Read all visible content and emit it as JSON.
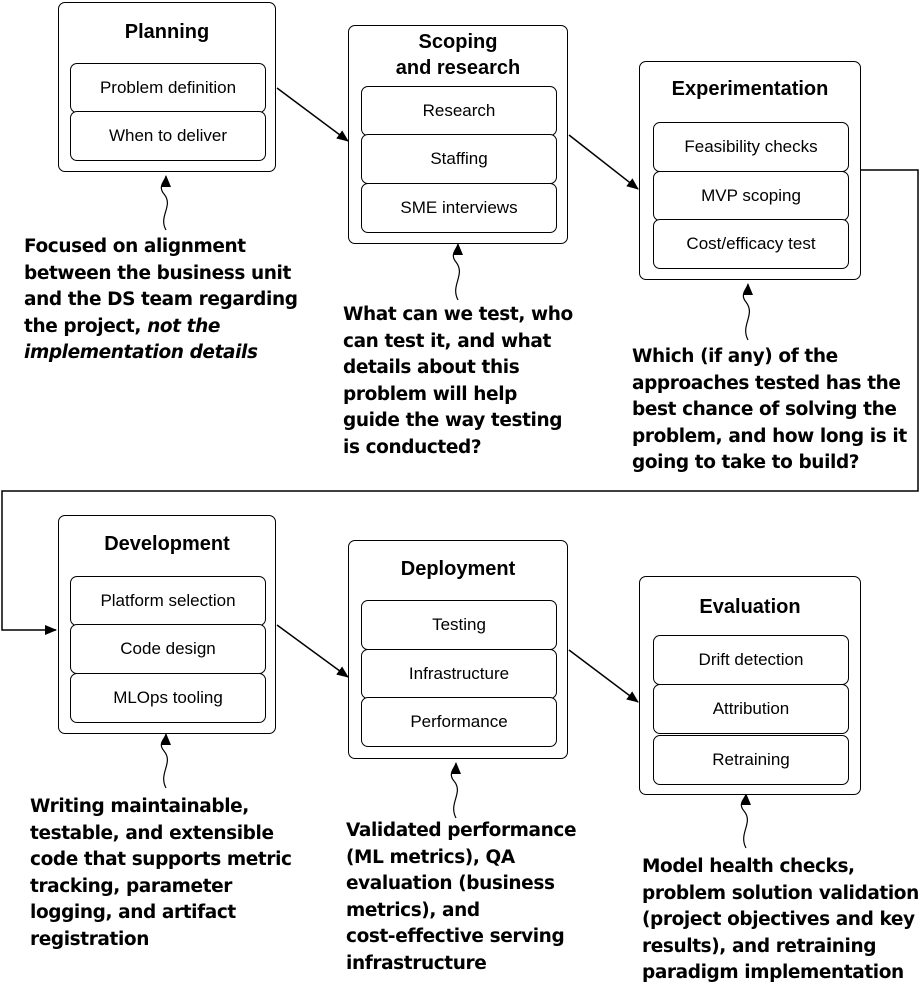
{
  "stages": {
    "planning": {
      "title": "Planning",
      "items": [
        "Problem definition",
        "When to deliver"
      ],
      "note": [
        "Focused on alignment",
        "between the business unit",
        "and the DS team regarding",
        "the project,"
      ],
      "note_emphasis": [
        "not the",
        "implementation details"
      ]
    },
    "scoping": {
      "title_line1": "Scoping",
      "title_line2": "and research",
      "items": [
        "Research",
        "Staffing",
        "SME interviews"
      ],
      "note": [
        "What can we test, who",
        "can test it, and what",
        "details about this",
        "problem will help",
        "guide the way testing",
        "is conducted?"
      ]
    },
    "experimentation": {
      "title": "Experimentation",
      "items": [
        "Feasibility checks",
        "MVP scoping",
        "Cost/efficacy test"
      ],
      "note": [
        "Which (if any) of the",
        "approaches tested has the",
        "best chance of solving the",
        "problem, and how long is it",
        "going to take to build?"
      ]
    },
    "development": {
      "title": "Development",
      "items": [
        "Platform selection",
        "Code design",
        "MLOps tooling"
      ],
      "note": [
        "Writing maintainable,",
        "testable, and extensible",
        "code that supports metric",
        "tracking, parameter",
        "logging, and artifact",
        "registration"
      ]
    },
    "deployment": {
      "title": "Deployment",
      "items": [
        "Testing",
        "Infrastructure",
        "Performance"
      ],
      "note": [
        "Validated performance",
        "(ML metrics), QA",
        "evaluation (business",
        "metrics), and",
        "cost-effective serving",
        "infrastructure"
      ]
    },
    "evaluation": {
      "title": "Evaluation",
      "items": [
        "Drift detection",
        "Attribution",
        "Retraining"
      ],
      "note": [
        "Model health checks,",
        "problem solution validation",
        "(project objectives and key",
        "results), and retraining",
        "paradigm implementation"
      ]
    }
  }
}
